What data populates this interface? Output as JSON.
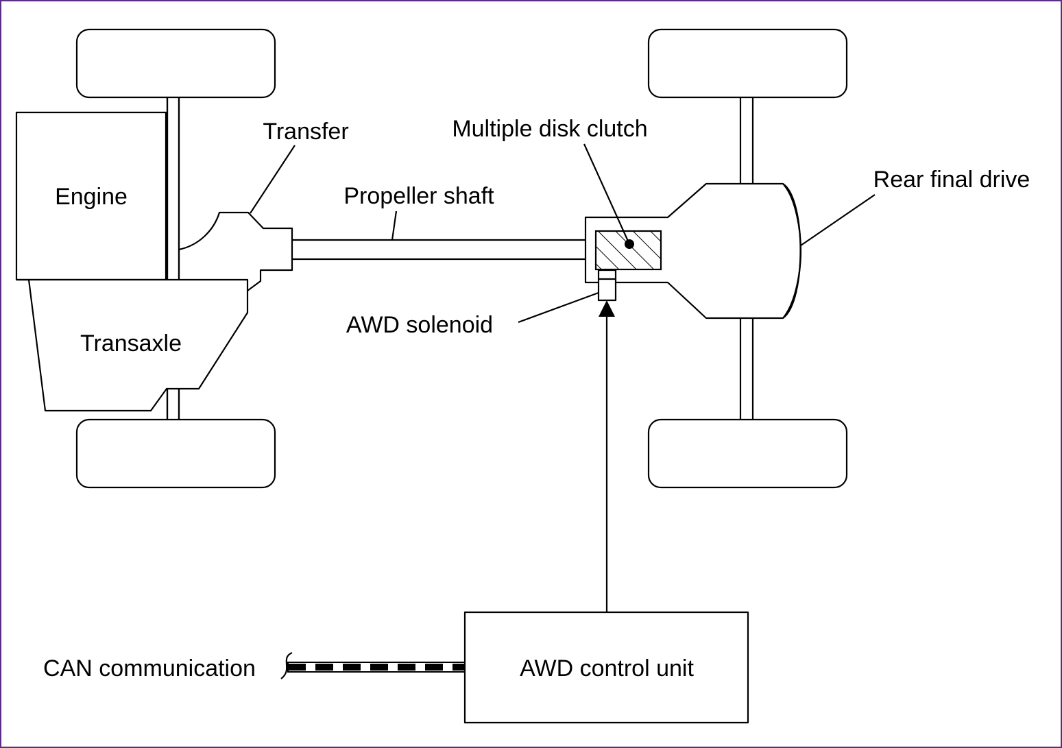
{
  "diagram": {
    "labels": {
      "engine": "Engine",
      "transaxle": "Transaxle",
      "transfer": "Transfer",
      "propeller_shaft": "Propeller shaft",
      "multiple_disk_clutch": "Multiple disk clutch",
      "rear_final_drive": "Rear final drive",
      "awd_solenoid": "AWD solenoid",
      "awd_control_unit": "AWD control unit",
      "can_communication": "CAN communication"
    },
    "colors": {
      "frame": "#5b2d84",
      "line": "#000000",
      "background": "#ffffff"
    }
  }
}
